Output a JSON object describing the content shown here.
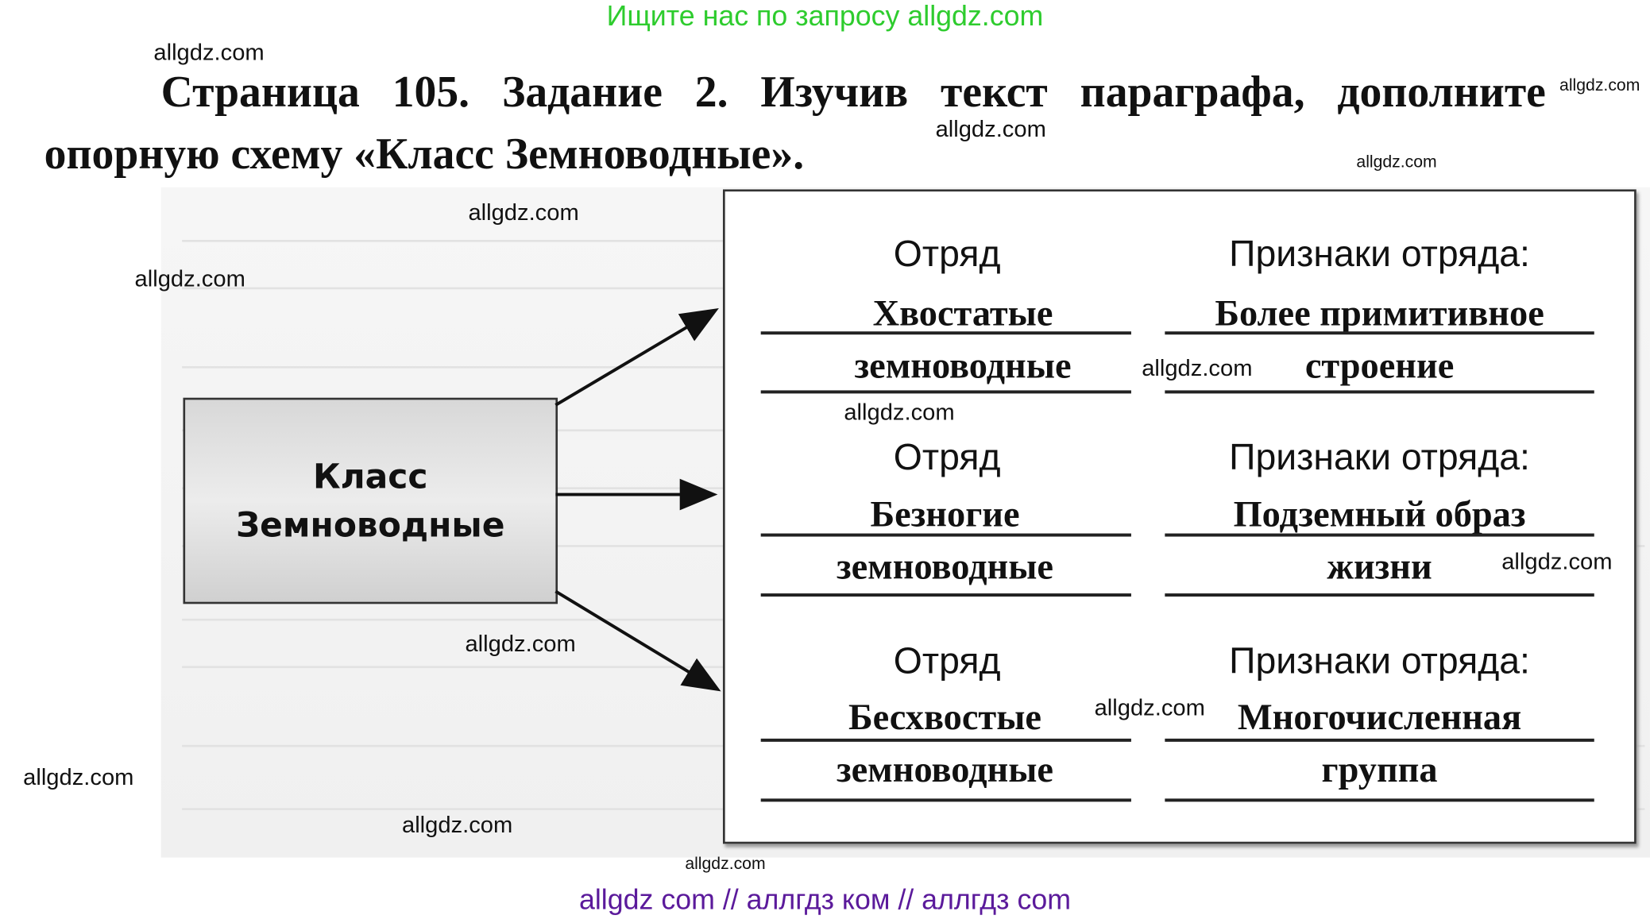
{
  "header_banner": "Ищите нас по запросу allgdz.com",
  "footer_banner": "allgdz com  //  аллгдз ком  //  аллгдз com",
  "watermark": "allgdz.com",
  "task": {
    "line1": "Страница 105. Задание 2. Изучив текст параграфа, дополните",
    "line2": "опорную схему «Класс Земноводные»."
  },
  "scheme": {
    "root": {
      "line1": "Класс",
      "line2": "Земноводные"
    },
    "order_heading": "Отряд",
    "traits_heading": "Признаки отряда:",
    "rows": [
      {
        "order": [
          "Хвостатые",
          "земноводные"
        ],
        "traits": [
          "Более примитивное",
          "строение"
        ]
      },
      {
        "order": [
          "Безногие",
          "земноводные"
        ],
        "traits": [
          "Подземный образ",
          "жизни"
        ]
      },
      {
        "order": [
          "Бесхвостые",
          "земноводные"
        ],
        "traits": [
          "Многочисленная",
          "группа"
        ]
      }
    ]
  }
}
